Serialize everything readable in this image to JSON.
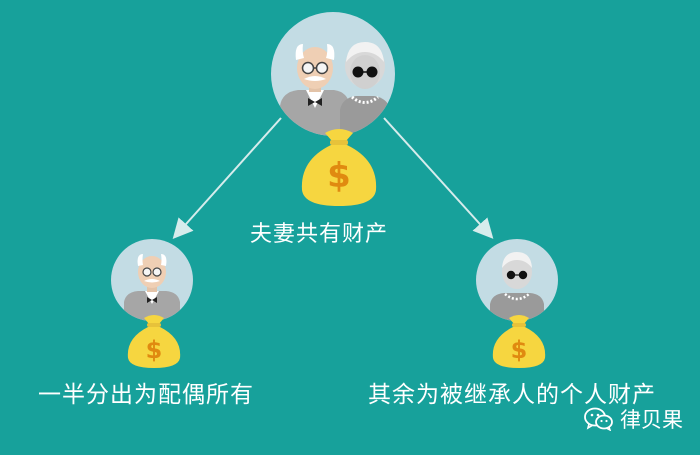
{
  "nodes": {
    "root": {
      "label": "夫妻共有财产"
    },
    "left": {
      "label": "一半分出为配偶所有"
    },
    "right": {
      "label": "其余为被继承人的个人财产"
    }
  },
  "money_symbol": "$",
  "brand": {
    "name": "律贝果",
    "icon": "wechat-icon"
  },
  "colors": {
    "background": "#17a19b",
    "circle": "#c3dce4",
    "bag": "#f6d640",
    "bag_symbol": "#e08a10",
    "arrow": "#d6ecec",
    "text": "#ffffff"
  }
}
